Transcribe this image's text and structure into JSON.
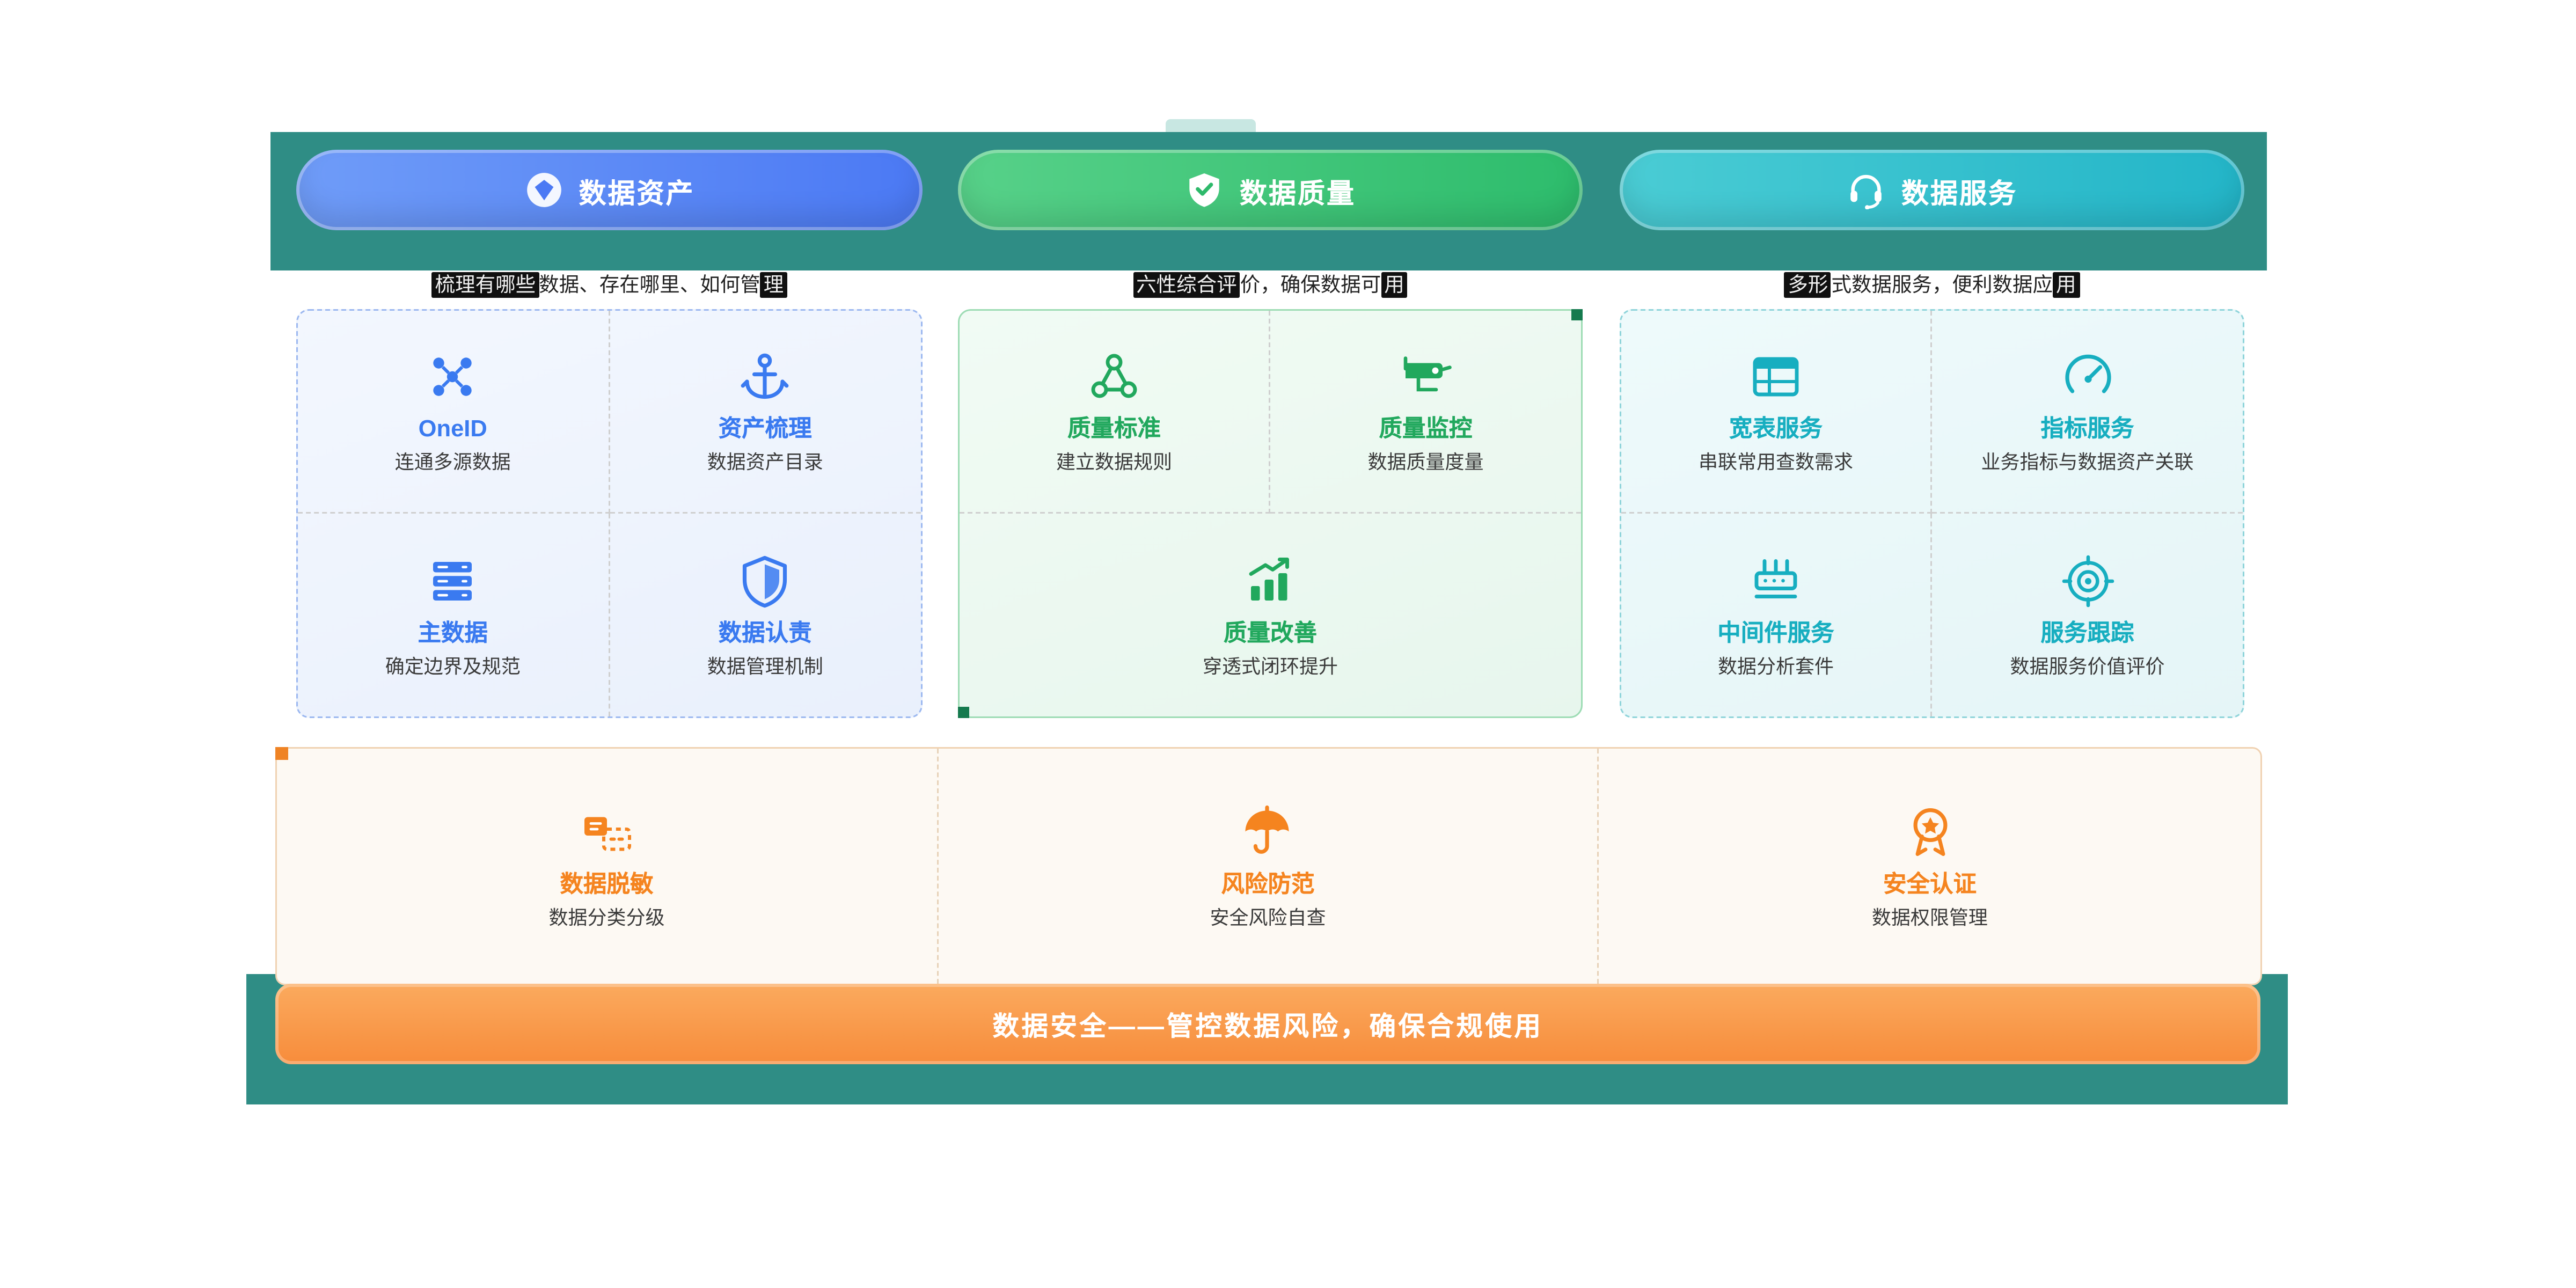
{
  "theme": {
    "band_teal": "#2f8d85",
    "asset_blue": "#3a7af0",
    "quality_green": "#21a85d",
    "service_cyan": "#17aec0",
    "security_orange": "#f5841f",
    "banner_orange": "#f78c3b"
  },
  "pillars": [
    {
      "button_label": "数据资产",
      "button_icon": "gem-icon",
      "subtitle_prefix": "梳理有哪些",
      "subtitle_middle": "数据、存在哪里、如何管",
      "subtitle_suffix": "理",
      "items": [
        {
          "icon": "network-icon",
          "title": "OneID",
          "desc": "连通多源数据"
        },
        {
          "icon": "anchor-icon",
          "title": "资产梳理",
          "desc": "数据资产目录"
        },
        {
          "icon": "database-icon",
          "title": "主数据",
          "desc": "确定边界及规范"
        },
        {
          "icon": "shield-icon",
          "title": "数据认责",
          "desc": "数据管理机制"
        }
      ]
    },
    {
      "button_label": "数据质量",
      "button_icon": "shield-check-icon",
      "subtitle_prefix": "六性综合评",
      "subtitle_middle": "价，确保数据可",
      "subtitle_suffix": "用",
      "items": [
        {
          "icon": "linked-nodes-icon",
          "title": "质量标准",
          "desc": "建立数据规则"
        },
        {
          "icon": "monitor-camera-icon",
          "title": "质量监控",
          "desc": "数据质量度量"
        },
        {
          "icon": "growth-chart-icon",
          "title": "质量改善",
          "desc": "穿透式闭环提升"
        }
      ]
    },
    {
      "button_label": "数据服务",
      "button_icon": "headset-icon",
      "subtitle_prefix": "多形",
      "subtitle_middle": "式数据服务，便利数据应",
      "subtitle_suffix": "用",
      "items": [
        {
          "icon": "wide-table-icon",
          "title": "宽表服务",
          "desc": "串联常用查数需求"
        },
        {
          "icon": "gauge-icon",
          "title": "指标服务",
          "desc": "业务指标与数据资产关联"
        },
        {
          "icon": "middleware-icon",
          "title": "中间件服务",
          "desc": "数据分析套件"
        },
        {
          "icon": "tracking-target-icon",
          "title": "服务跟踪",
          "desc": "数据服务价值评价"
        }
      ]
    }
  ],
  "security": {
    "items": [
      {
        "icon": "data-mask-icon",
        "title": "数据脱敏",
        "desc": "数据分类分级"
      },
      {
        "icon": "umbrella-icon",
        "title": "风险防范",
        "desc": "安全风险自查"
      },
      {
        "icon": "cert-badge-icon",
        "title": "安全认证",
        "desc": "数据权限管理"
      }
    ],
    "banner_label": "数据安全——管控数据风险，确保合规使用"
  }
}
